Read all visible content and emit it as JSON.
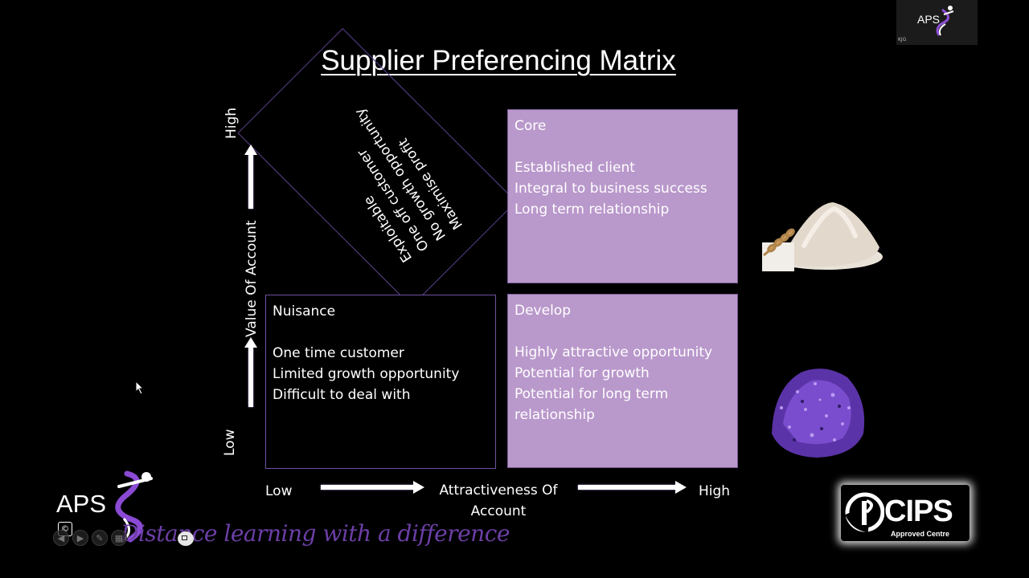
{
  "slide": {
    "title": "Supplier Preferencing Matrix"
  },
  "quadrants": {
    "core": {
      "title": "Core",
      "lines": [
        "Established client",
        "Integral to business success",
        "Long term relationship"
      ]
    },
    "develop": {
      "title": "Develop",
      "lines": [
        "Highly attractive opportunity",
        "Potential for growth",
        "Potential for long term",
        "relationship"
      ]
    },
    "nuisance": {
      "title": "Nuisance",
      "lines": [
        "One time customer",
        "Limited growth opportunity",
        "Difficult to deal with"
      ]
    },
    "exploitable": {
      "lines": [
        "Exploitable",
        "One off customer",
        "No growth opportunity",
        "Maximise profit"
      ]
    }
  },
  "axes": {
    "y": {
      "high": "High",
      "low": "Low",
      "title": "Value Of Account"
    },
    "x": {
      "low": "Low",
      "high": "High",
      "title": "Attractiveness Of Account"
    }
  },
  "branding": {
    "top_logo_text": "APS",
    "top_logo_initials": "KJG",
    "bottom_logo_text": "APS",
    "copyright_mark": "©",
    "tagline": "Distance learning with a difference",
    "cips_word": "CIPS",
    "cips_sub": "Approved Centre"
  },
  "icons": {
    "control_prev": "arrow-left-icon",
    "control_next": "arrow-right-icon",
    "control_pen": "pen-icon",
    "control_grid": "grid-icon",
    "control_camera": "camera-icon"
  },
  "colors": {
    "quad_fill": "#b998cb",
    "quad_outline": "#6e52a0",
    "tagline": "#6c3fa6",
    "background": "#000000"
  }
}
